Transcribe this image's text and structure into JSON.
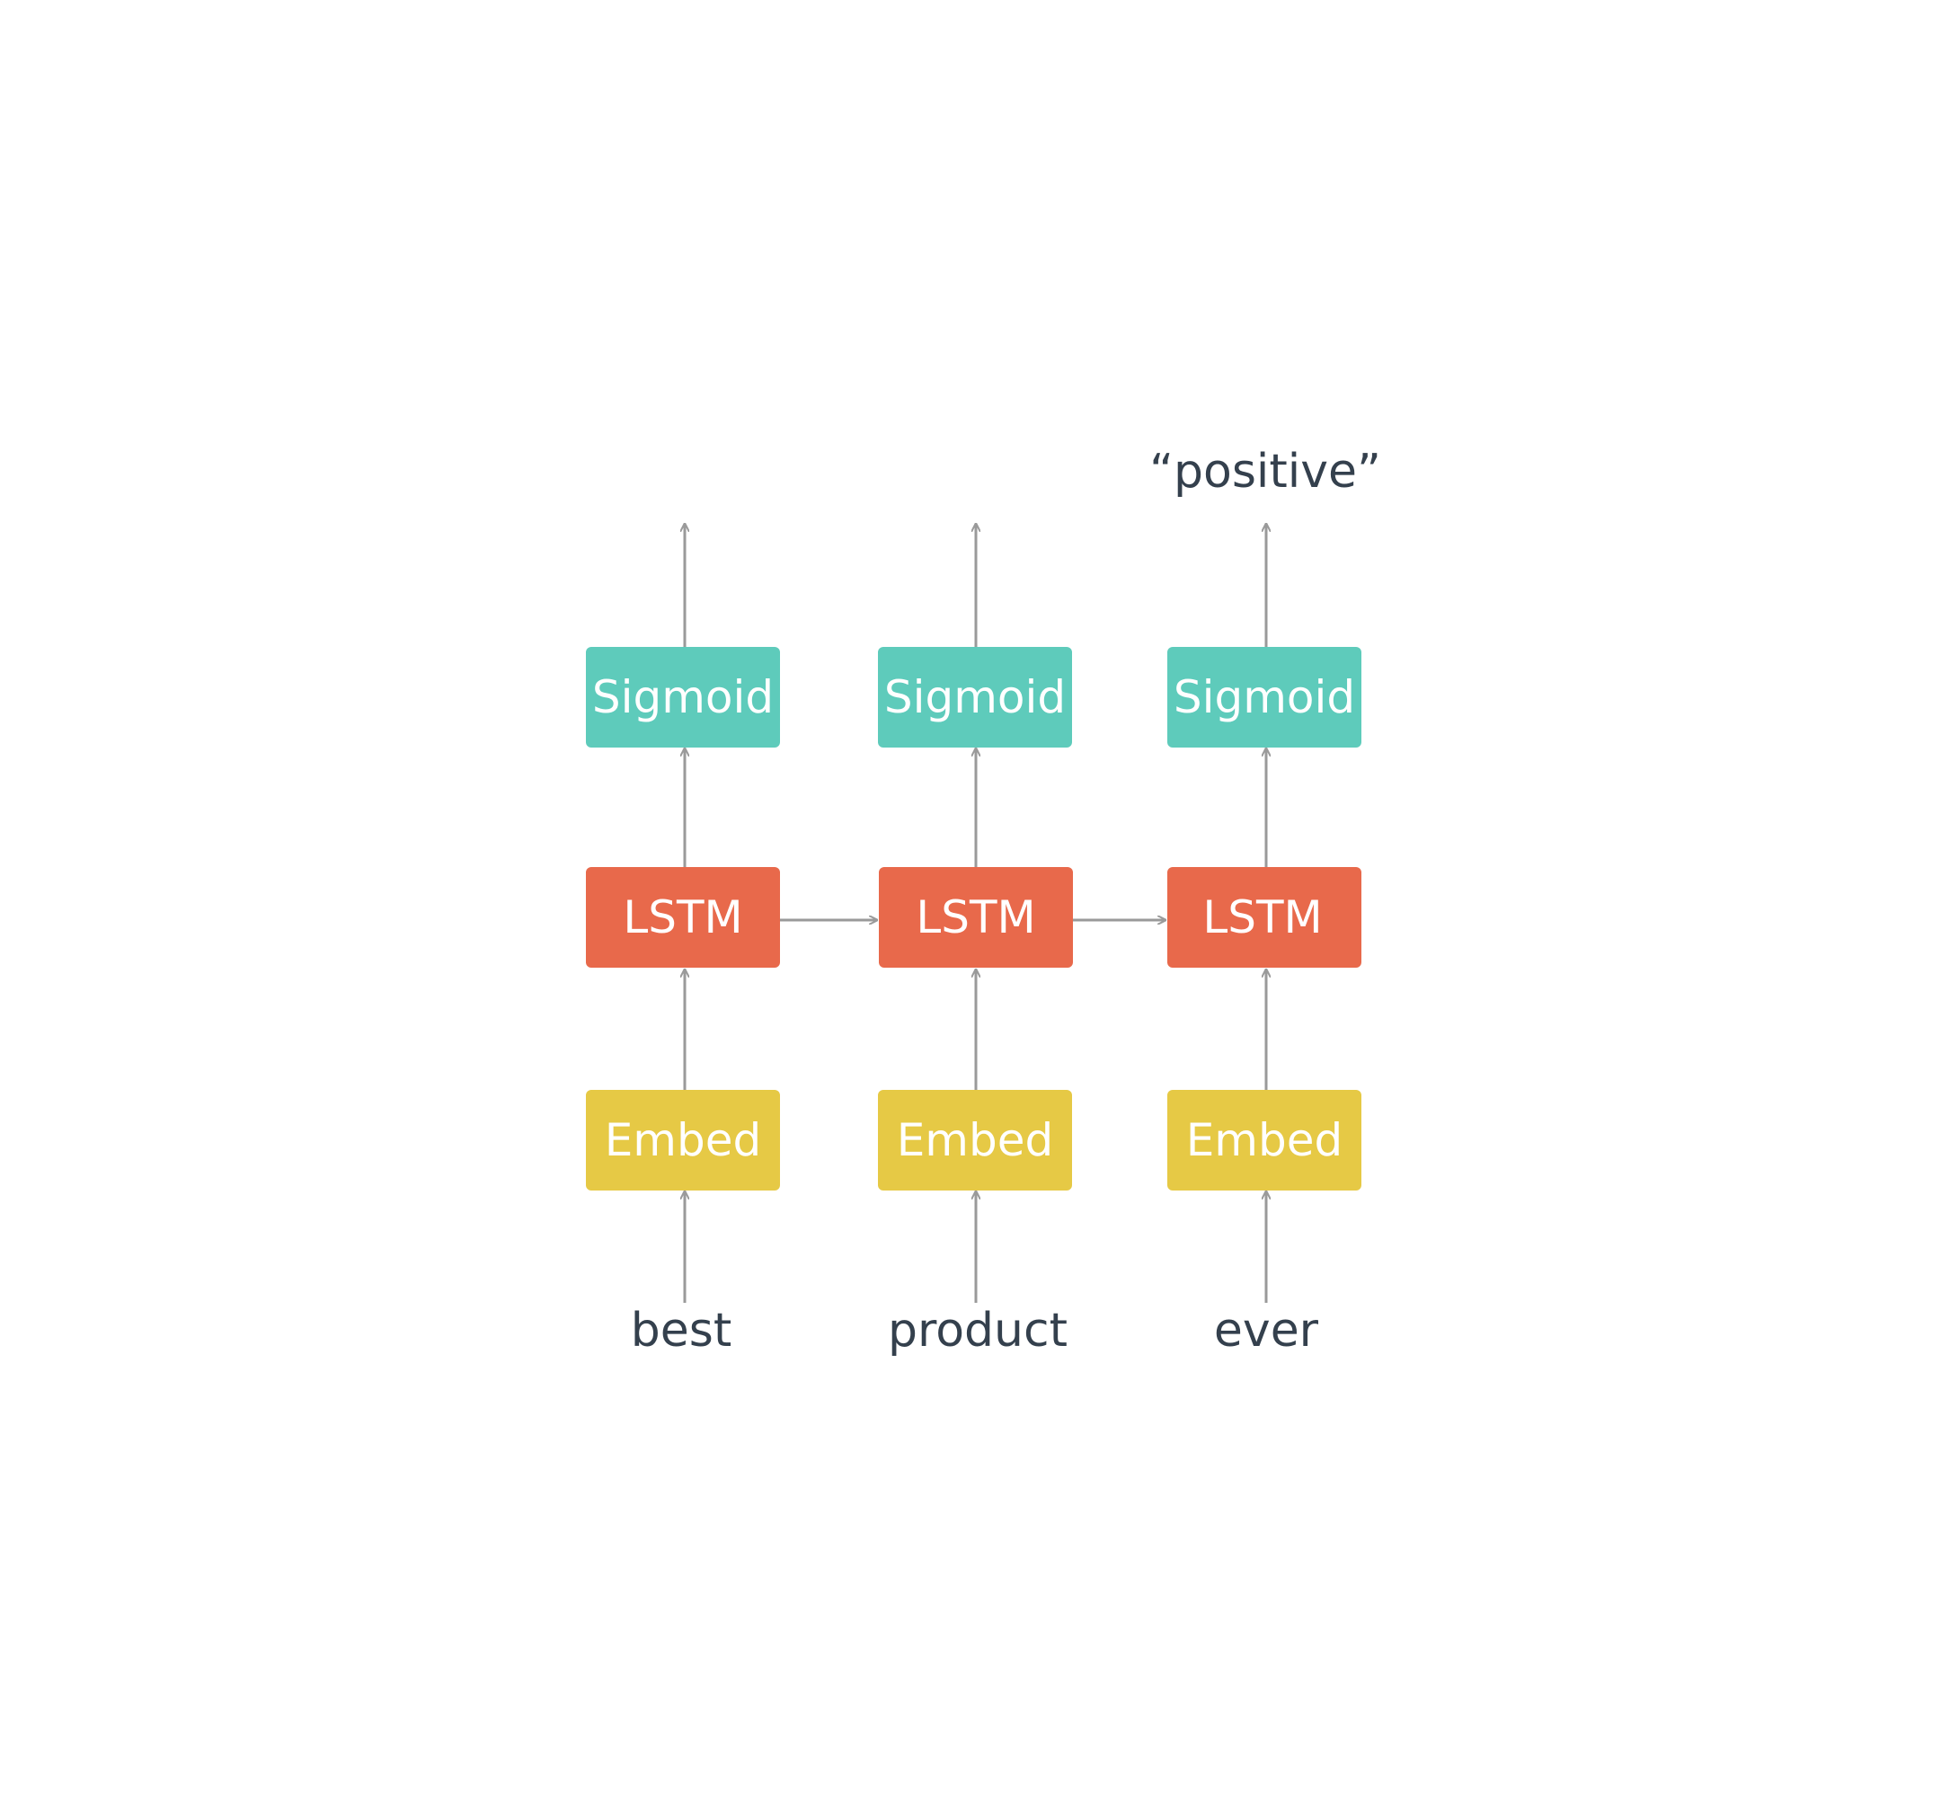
{
  "colors": {
    "sigmoid": "#5ecbbb",
    "lstm": "#e8694b",
    "embed": "#e6c945",
    "arrow": "#9a9a9a",
    "text": "#34404d",
    "box_text": "#ffffff"
  },
  "output_label": "“positive”",
  "columns": [
    {
      "word": "best",
      "sigmoid_label": "Sigmoid",
      "lstm_label": "LSTM",
      "embed_label": "Embed"
    },
    {
      "word": "product",
      "sigmoid_label": "Sigmoid",
      "lstm_label": "LSTM",
      "embed_label": "Embed"
    },
    {
      "word": "ever",
      "sigmoid_label": "Sigmoid",
      "lstm_label": "LSTM",
      "embed_label": "Embed"
    }
  ]
}
